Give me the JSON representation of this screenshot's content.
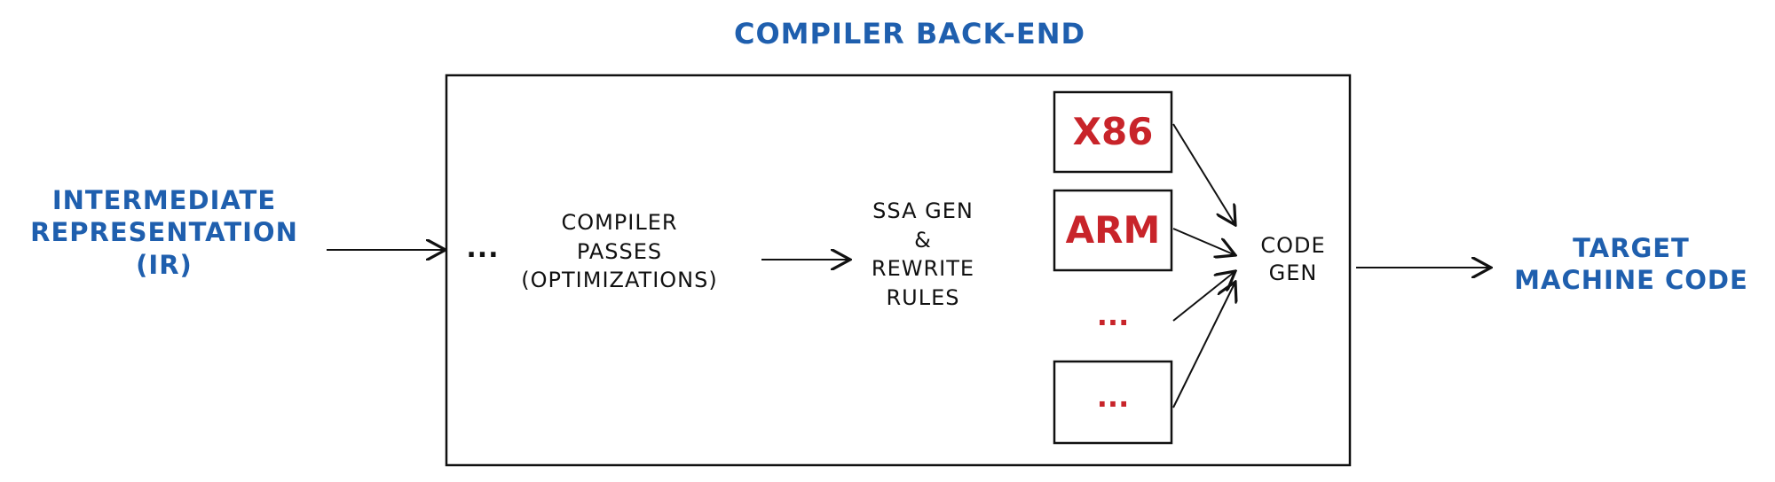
{
  "title": "COMPILER BACK-END",
  "input": {
    "line1": "INTERMEDIATE",
    "line2": "REPRESENTATION",
    "line3": "(IR)"
  },
  "backend": {
    "leading_ellipsis": "...",
    "passes": {
      "line1": "COMPILER",
      "line2": "PASSES",
      "line3": "(OPTIMIZATIONS)"
    },
    "ssa": {
      "line1": "SSA GEN",
      "line2": "&",
      "line3": "REWRITE",
      "line4": "RULES"
    },
    "targets": [
      "X86",
      "ARM",
      "...",
      "..."
    ],
    "codegen": {
      "line1": "CODE",
      "line2": "GEN"
    }
  },
  "output": {
    "line1": "TARGET",
    "line2": "MACHINE CODE"
  },
  "colors": {
    "accent_blue": "#1f5fae",
    "target_red": "#c8242a",
    "ink": "#111111"
  }
}
